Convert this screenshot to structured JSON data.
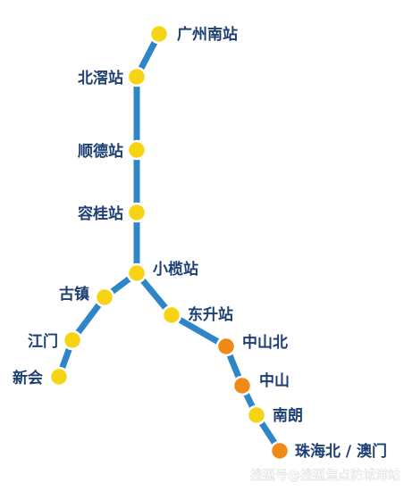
{
  "colors": {
    "line": "#2f86c6",
    "station_regular": "#f6d414",
    "station_highlight": "#ef8a17",
    "label": "#1d3f73"
  },
  "stations": [
    {
      "id": "guangzhou-south",
      "name": "广州南站",
      "kind": "regular"
    },
    {
      "id": "beijiao",
      "name": "北滘站",
      "kind": "regular"
    },
    {
      "id": "shunde",
      "name": "顺德站",
      "kind": "regular"
    },
    {
      "id": "ronggui",
      "name": "容桂站",
      "kind": "regular"
    },
    {
      "id": "xiaolan",
      "name": "小榄站",
      "kind": "regular"
    },
    {
      "id": "guzhen",
      "name": "古镇",
      "kind": "regular"
    },
    {
      "id": "jiangmen",
      "name": "江门",
      "kind": "regular"
    },
    {
      "id": "xinhui",
      "name": "新会",
      "kind": "regular"
    },
    {
      "id": "dongsheng",
      "name": "东升站",
      "kind": "regular"
    },
    {
      "id": "zhongshan-north",
      "name": "中山北",
      "kind": "highlight"
    },
    {
      "id": "zhongshan",
      "name": "中山",
      "kind": "highlight"
    },
    {
      "id": "nanlang",
      "name": "南朗",
      "kind": "regular"
    },
    {
      "id": "zhuhai-north-macau",
      "name": "珠海北 / 澳门",
      "kind": "highlight"
    }
  ],
  "watermark": {
    "text": "搜狐号@搜狐焦点防城港站"
  }
}
